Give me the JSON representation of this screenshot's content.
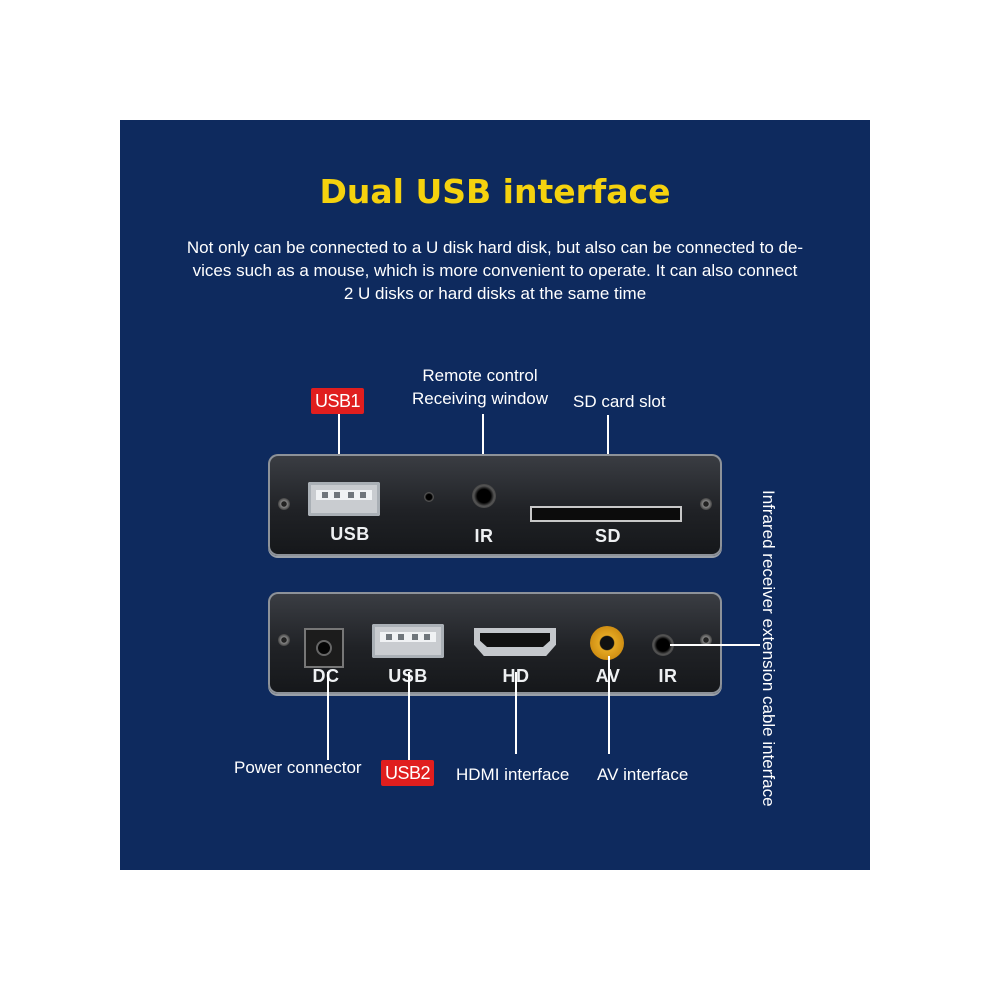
{
  "header": {
    "title": "Dual USB interface",
    "description": "Not only can be connected to a U disk hard disk, but also can be connected to de-vices such as a mouse, which is more convenient to operate. It can also connect 2 U disks or hard disks at the same time",
    "description_lines": [
      "Not only can be connected to a U disk hard disk, but also can be connected to de-",
      "vices such as a mouse, which is more convenient to operate. It can also connect",
      "2 U disks or hard disks at the same time"
    ]
  },
  "top_panel": {
    "tag_usb1": "USB1",
    "label_remote_line1": "Remote control",
    "label_remote_line2": "Receiving window",
    "label_sd_slot": "SD card slot",
    "silk_usb": "USB",
    "silk_ir": "IR",
    "silk_sd": "SD"
  },
  "bottom_panel": {
    "silk_dc": "DC",
    "silk_usb": "USB",
    "silk_hd": "HD",
    "silk_av": "AV",
    "silk_ir": "IR",
    "label_power": "Power connector",
    "tag_usb2": "USB2",
    "label_hdmi": "HDMI interface",
    "label_av": "AV interface",
    "label_ir_ext": "Infrared receiver extension cable interface"
  },
  "colors": {
    "background": "#0e2a5e",
    "title": "#f5d20e",
    "tag": "#e01e1e",
    "text": "#ffffff"
  }
}
